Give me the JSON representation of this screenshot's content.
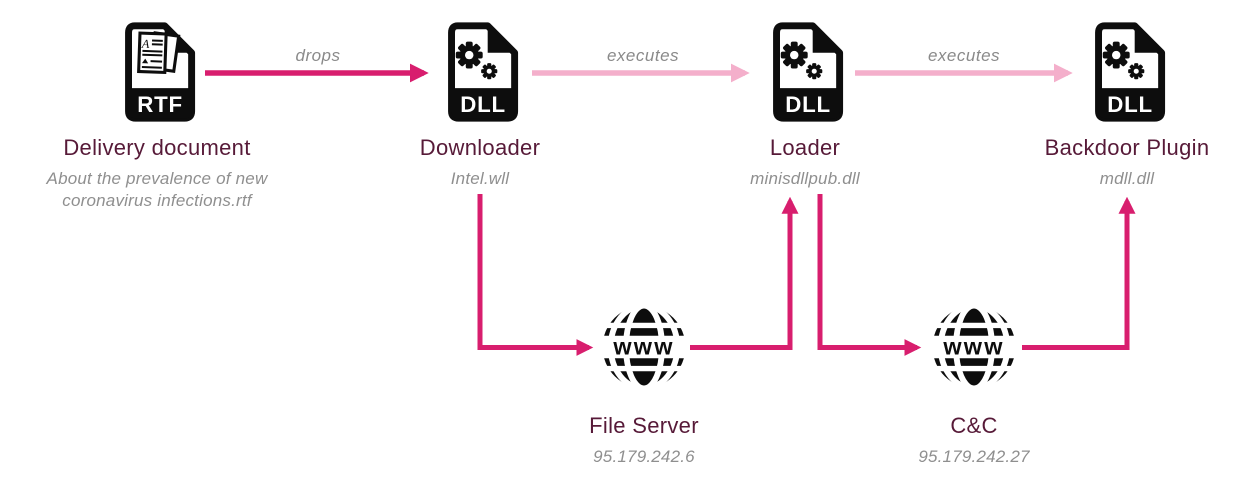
{
  "diagram": {
    "background": "#ffffff",
    "accent_dark": "#d81e6e",
    "accent_light": "#f4afcb",
    "title_color": "#571a38",
    "subtitle_color": "#8f8f8f",
    "icon_color": "#0d0d0d"
  },
  "nodes": [
    {
      "title": "Delivery document",
      "subtitle": "About the prevalence of new\ncoronavirus infections.rtf",
      "icon": "rtf-file",
      "badge": "RTF"
    },
    {
      "title": "Downloader",
      "subtitle": "Intel.wll",
      "icon": "dll-file",
      "badge": "DLL"
    },
    {
      "title": "Loader",
      "subtitle": "minisdllpub.dll",
      "icon": "dll-file",
      "badge": "DLL"
    },
    {
      "title": "Backdoor Plugin",
      "subtitle": "mdll.dll",
      "icon": "dll-file",
      "badge": "DLL"
    },
    {
      "title": "File Server",
      "subtitle": "95.179.242.6",
      "icon": "www-globe",
      "badge": "www"
    },
    {
      "title": "C&C",
      "subtitle": "95.179.242.27",
      "icon": "www-globe",
      "badge": "www"
    }
  ],
  "edges": [
    {
      "from": "Delivery document",
      "to": "Downloader",
      "label": "drops"
    },
    {
      "from": "Downloader",
      "to": "Loader",
      "label": "executes"
    },
    {
      "from": "Loader",
      "to": "Backdoor Plugin",
      "label": "executes"
    },
    {
      "from": "Downloader",
      "to": "File Server",
      "label": ""
    },
    {
      "from": "File Server",
      "to": "Loader",
      "label": ""
    },
    {
      "from": "Loader",
      "to": "C&C",
      "label": ""
    },
    {
      "from": "C&C",
      "to": "Backdoor Plugin",
      "label": ""
    }
  ]
}
